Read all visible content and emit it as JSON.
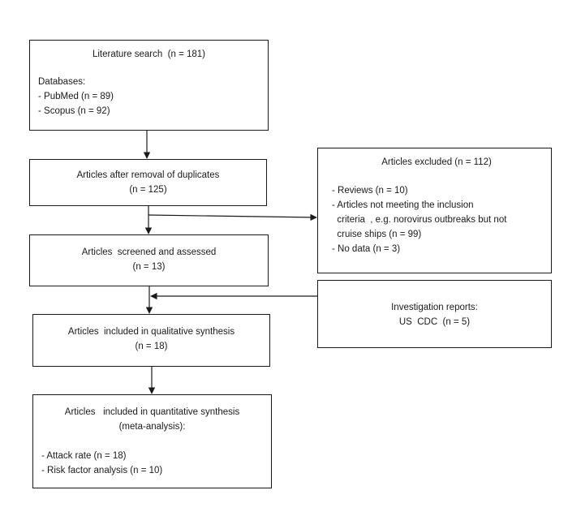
{
  "search": {
    "title": "Literature search  (n = 181)",
    "db_heading": "Databases:",
    "databases": [
      "- PubMed (n = 89)",
      "- Scopus (n = 92)"
    ]
  },
  "dedup": {
    "line1": "Articles after removal of duplicates",
    "line2": "(n = 125)"
  },
  "excluded": {
    "title": "Articles excluded (n = 112)",
    "items": [
      "- Reviews (n = 10)",
      "- Articles not meeting the inclusion",
      "  criteria  , e.g. norovirus outbreaks but not",
      "  cruise ships (n = 99)",
      "- No data (n = 3)"
    ]
  },
  "screened": {
    "line1": "Articles  screened and assessed",
    "line2": "(n = 13)"
  },
  "reports": {
    "line1": "Investigation reports:",
    "line2": "US  CDC  (n = 5)"
  },
  "qualitative": {
    "line1": "Articles  included in qualitative synthesis",
    "line2": "(n = 18)"
  },
  "quantitative": {
    "line1": "Articles   included in quantitative synthesis",
    "line2": "(meta-analysis):",
    "items": [
      "- Attack rate (n = 18)",
      "- Risk factor analysis (n = 10)"
    ]
  }
}
